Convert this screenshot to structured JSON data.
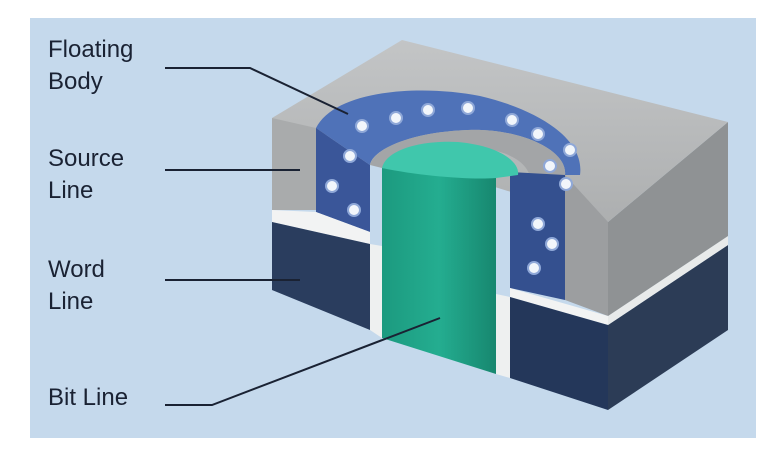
{
  "labels": {
    "floating_body": [
      "Floating",
      "Body"
    ],
    "source_line": [
      "Source",
      "Line"
    ],
    "word_line": [
      "Word",
      "Line"
    ],
    "bit_line": "Bit Line"
  },
  "colors": {
    "background": "#c5d9ec",
    "gray_top": "#b9bbbc",
    "gray_front": "#a6a8a9",
    "gray_side": "#8c8f91",
    "navy_front": "#26395a",
    "navy_side": "#1d2d48",
    "blue_body": "#3f5ea6",
    "teal_pillar": "#1fa287",
    "teal_top": "#42c9b0",
    "white_band": "#f4f5f4"
  }
}
